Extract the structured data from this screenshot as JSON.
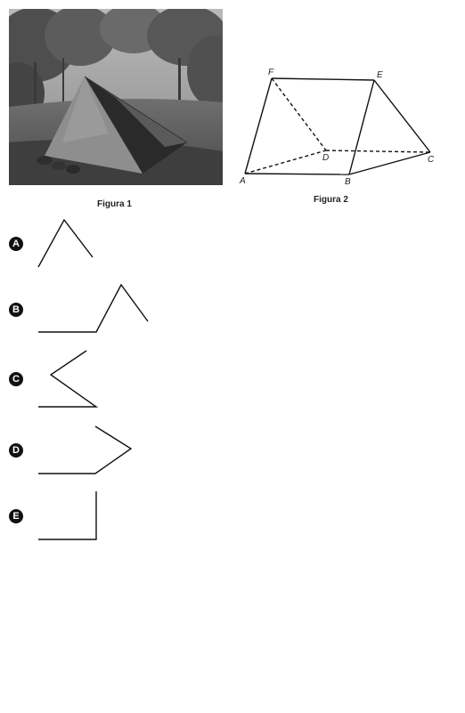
{
  "figures": {
    "figure1_caption": "Figura 1",
    "figure2_caption": "Figura 2",
    "figure2_labels": {
      "A": "A",
      "B": "B",
      "C": "C",
      "D": "D",
      "E": "E",
      "F": "F"
    }
  },
  "options": [
    {
      "letter": "A"
    },
    {
      "letter": "B"
    },
    {
      "letter": "C"
    },
    {
      "letter": "D"
    },
    {
      "letter": "E"
    }
  ]
}
